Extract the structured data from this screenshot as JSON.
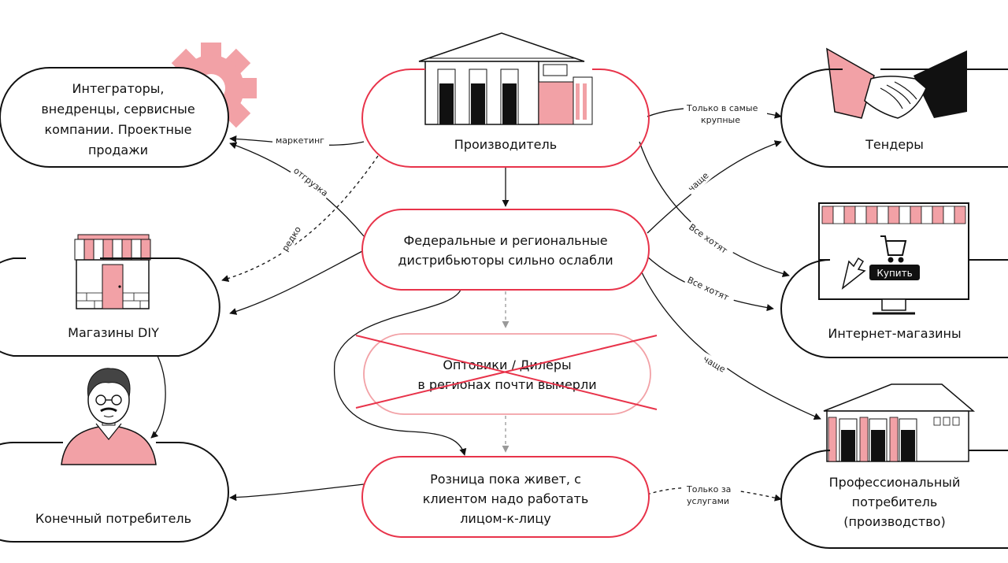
{
  "colors": {
    "accent": "#e8334a",
    "pink": "#f2a1a6",
    "ink": "#111111",
    "muted": "#999999",
    "bg": "#ffffff"
  },
  "nodes": {
    "manufacturer": {
      "lines": [
        "Производитель"
      ]
    },
    "distributors": {
      "lines": [
        "Федеральные и региональные",
        "дистрибьюторы сильно ослабли"
      ]
    },
    "wholesalers": {
      "lines": [
        "Оптовики / Дилеры",
        "в регионах почти вымерли"
      ]
    },
    "retail": {
      "lines": [
        "Розница пока живет, с",
        "клиентом надо работать",
        "лицом-к-лицу"
      ]
    },
    "integrators": {
      "lines": [
        "Интеграторы,",
        "внедренцы, сервисные",
        "компании. Проектные",
        "продажи"
      ]
    },
    "diy": {
      "lines": [
        "Магазины DIY"
      ]
    },
    "consumer": {
      "lines": [
        "Конечный потребитель"
      ]
    },
    "tenders": {
      "lines": [
        "Тендеры"
      ]
    },
    "eshops": {
      "lines": [
        "Интернет-магазины"
      ]
    },
    "professional": {
      "lines": [
        "Профессиональный",
        "потребитель",
        "(производство)"
      ]
    }
  },
  "edge_labels": {
    "marketing": "маркетинг",
    "shipment": "отгрузка",
    "rarely": "редко",
    "largest_only": [
      "Только в самые",
      "крупные"
    ],
    "more_often_tenders": "чаще",
    "everyone_wants_1": "Все хотят",
    "everyone_wants_2": "Все хотят",
    "more_often_prof": "чаще",
    "services_only": [
      "Только за",
      "услугами"
    ]
  },
  "illustrations": {
    "buy_button": "Купить",
    "icons": [
      "gear-icon",
      "factory-icon",
      "handshake-icon",
      "shop-icon",
      "laptop-shop-icon",
      "person-icon",
      "cart-icon",
      "cursor-icon"
    ]
  }
}
